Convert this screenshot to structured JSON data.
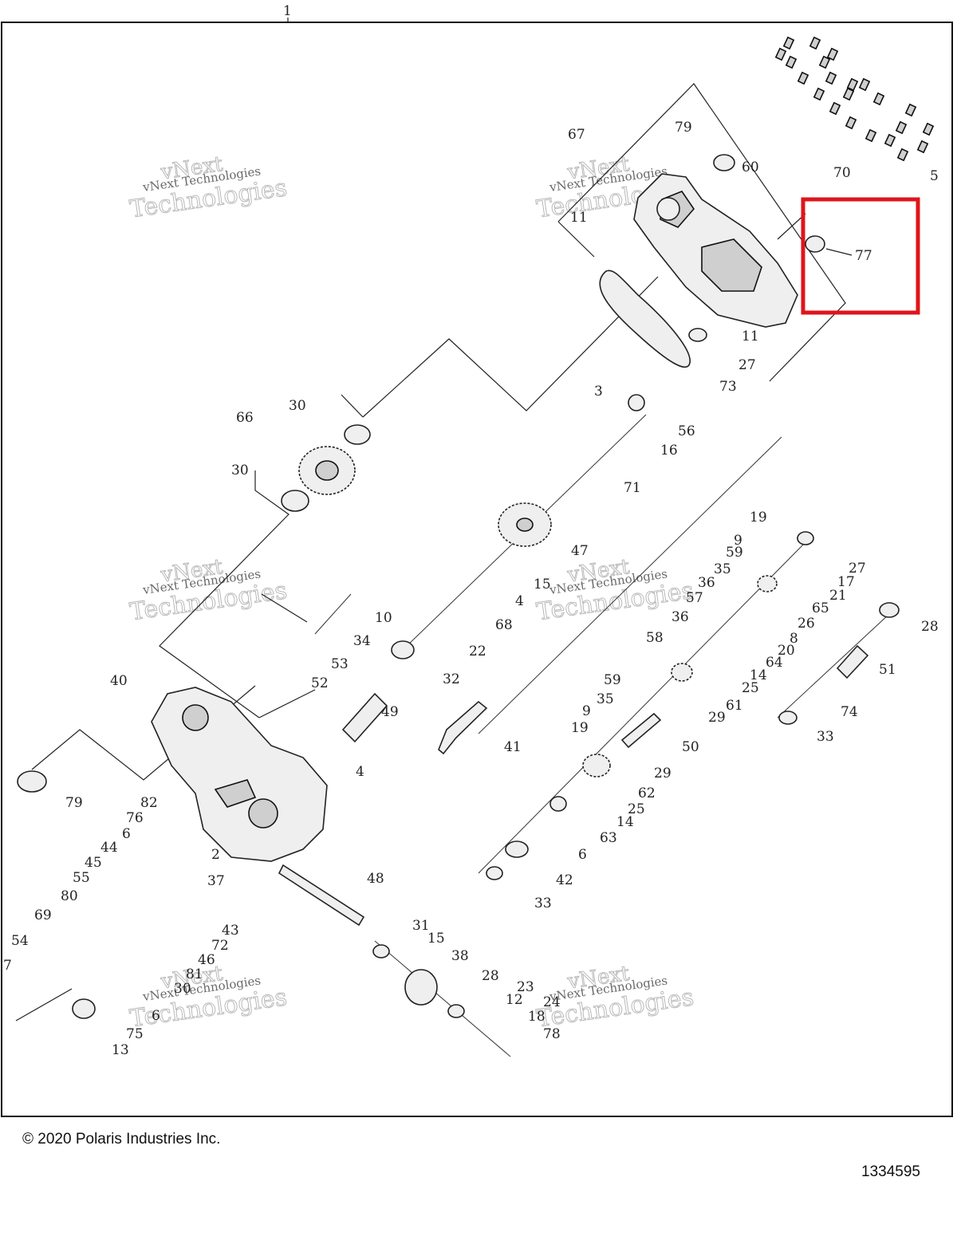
{
  "assembly_number": "1",
  "copyright": "© 2020 Polaris Industries Inc.",
  "diagram_number": "1334595",
  "watermark": {
    "line1": "vNext Technologies",
    "line2": "vNext",
    "line3": "Technologies"
  },
  "highlight": {
    "color": "#e0141b",
    "target_callout": "77"
  },
  "callouts": [
    "67",
    "79",
    "60",
    "70",
    "5",
    "11",
    "77",
    "11",
    "27",
    "73",
    "3",
    "56",
    "16",
    "66",
    "30",
    "30",
    "71",
    "47",
    "15",
    "4",
    "68",
    "22",
    "32",
    "10",
    "34",
    "53",
    "52",
    "40",
    "49",
    "4",
    "41",
    "19",
    "9",
    "59",
    "35",
    "36",
    "57",
    "36",
    "58",
    "59",
    "35",
    "9",
    "19",
    "27",
    "17",
    "21",
    "65",
    "26",
    "8",
    "20",
    "64",
    "14",
    "25",
    "61",
    "29",
    "50",
    "29",
    "62",
    "25",
    "14",
    "63",
    "6",
    "42",
    "33",
    "28",
    "51",
    "74",
    "33",
    "79",
    "82",
    "76",
    "6",
    "2",
    "44",
    "45",
    "55",
    "80",
    "37",
    "48",
    "69",
    "43",
    "72",
    "46",
    "81",
    "30",
    "6",
    "54",
    "7",
    "75",
    "13",
    "31",
    "15",
    "38",
    "28",
    "23",
    "12",
    "24",
    "18",
    "78"
  ]
}
